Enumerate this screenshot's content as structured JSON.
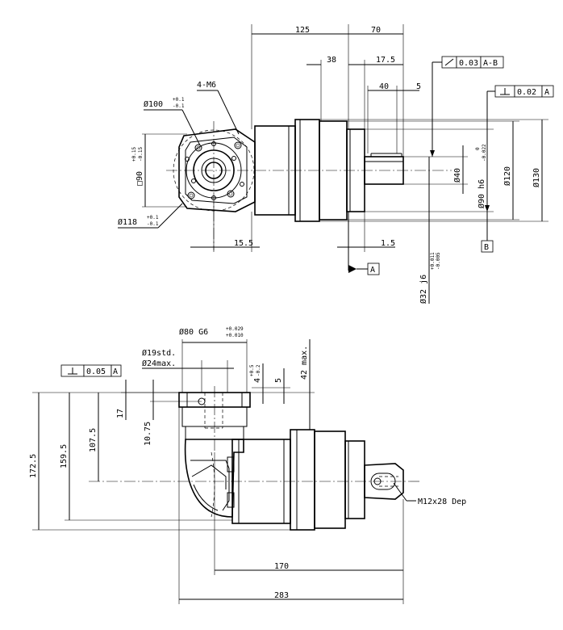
{
  "top_view": {
    "dims": {
      "d125": "125",
      "d70": "70",
      "d38": "38",
      "d17_5": "17.5",
      "d40": "40",
      "d5": "5",
      "d15_5": "15.5",
      "d1_5": "1.5"
    },
    "labels": {
      "m6": "4-M6",
      "dia100": "Ø100",
      "dia100_tol_up": "+0.1",
      "dia100_tol_dn": "-0.1",
      "sq90": "□90",
      "sq90_tol_up": "+0.15",
      "sq90_tol_dn": "-0.15",
      "dia118": "Ø118",
      "dia118_tol_up": "+0.1",
      "dia118_tol_dn": "-0.1",
      "dia40": "Ø40",
      "dia90": "Ø90 h6",
      "dia90_tol_up": "0",
      "dia90_tol_dn": "-0.022",
      "dia120": "Ø120",
      "dia130": "Ø130",
      "dia32": "Ø32 j6",
      "dia32_tol_up": "+0.011",
      "dia32_tol_dn": "-0.005"
    },
    "tolerances": {
      "runout_value": "0.03",
      "runout_ref": "A-B",
      "perp_value": "0.02",
      "perp_ref": "A"
    },
    "datums": {
      "a": "A",
      "b": "B"
    }
  },
  "side_view": {
    "dims": {
      "d172_5": "172.5",
      "d159_5": "159.5",
      "d107_5": "107.5",
      "d10_75": "10.75",
      "d17": "17",
      "d4": "4",
      "d4_tol_up": "+0.5",
      "d4_tol_dn": "-0.2",
      "d5": "5",
      "d42max": "42 max.",
      "d170": "170",
      "d283": "283"
    },
    "labels": {
      "dia80": "Ø80 G6",
      "dia80_tol_up": "+0.029",
      "dia80_tol_dn": "+0.010",
      "dia19": "Ø19std.",
      "dia24": "Ø24max.",
      "m12": "M12x28 Dep"
    },
    "tolerances": {
      "perp_value": "0.05",
      "perp_ref": "A"
    }
  }
}
